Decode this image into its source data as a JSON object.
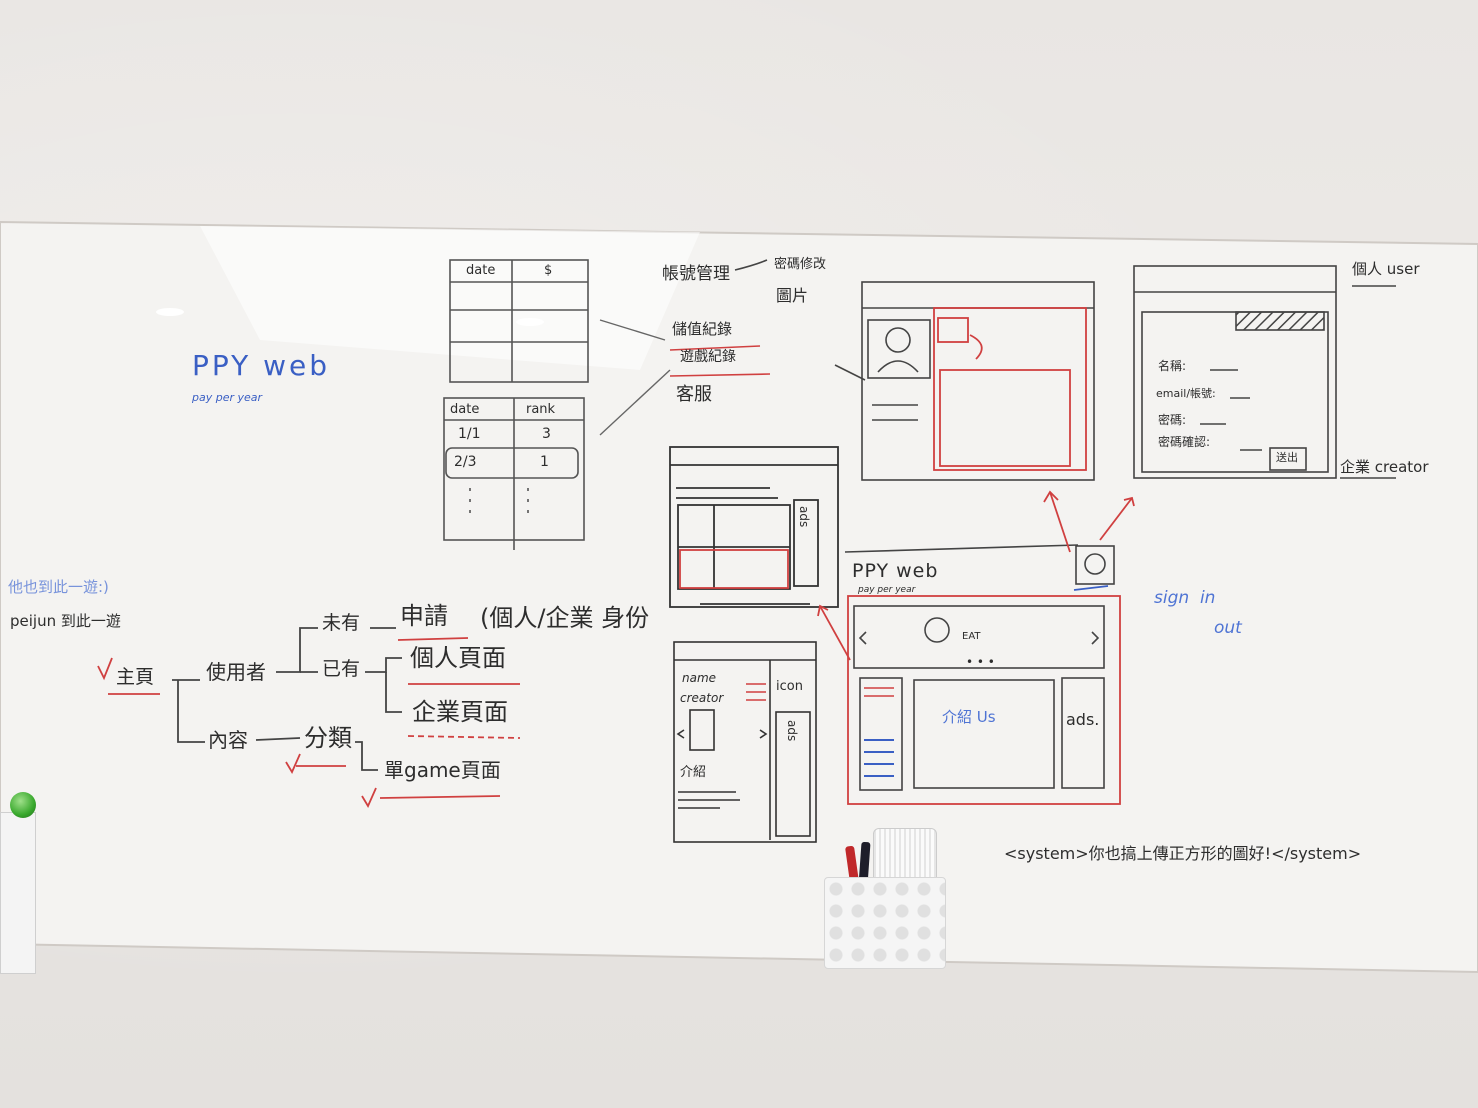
{
  "title": {
    "main": "PPY web",
    "sub": "pay per year"
  },
  "sitemap": {
    "note_top": "他也到此一遊:)",
    "note": "peijun 到此一遊",
    "root": "主頁",
    "user": "使用者",
    "no": "未有",
    "apply": "申請",
    "identity": "(個人/企業 身份",
    "has": "已有",
    "personal_page": "個人頁面",
    "company_page": "企業頁面",
    "content": "內容",
    "category": "分類",
    "game_page": "單game頁面"
  },
  "tables": {
    "table1_headers": [
      "date",
      "$"
    ],
    "table2_headers": [
      "date",
      "rank"
    ],
    "table2_rows": [
      [
        "1/1",
        "3"
      ],
      [
        "2/3",
        "1"
      ]
    ]
  },
  "account": {
    "manage": "帳號管理",
    "manage_items": [
      "密碼修改",
      "圖片"
    ],
    "items": [
      "儲值紀錄",
      "遊戲紀錄",
      "客服"
    ]
  },
  "user_form": {
    "personal": "個人 user",
    "company": "企業 creator",
    "fields": [
      "名稱:",
      "email/帳號:",
      "密碼:",
      "密碼確認:"
    ],
    "submit": "送出"
  },
  "main_page": {
    "logo": "PPY web",
    "sub": "pay per year",
    "carousel_text": "EAT",
    "intro": "介紹 Us",
    "ads": "ads."
  },
  "page_left": {
    "name": "name",
    "creator": "creator",
    "icon": "icon",
    "ads": "ads",
    "intro": "介紹"
  },
  "sign": {
    "in": "sign  in",
    "out": "out"
  },
  "system_note": "<system>你也搞上傳正方形的圖好!</system>",
  "colors": {
    "ink": "#2d2d2d",
    "red": "#d04040",
    "blue": "#3a5fc4",
    "board": "#f3f2f0"
  }
}
